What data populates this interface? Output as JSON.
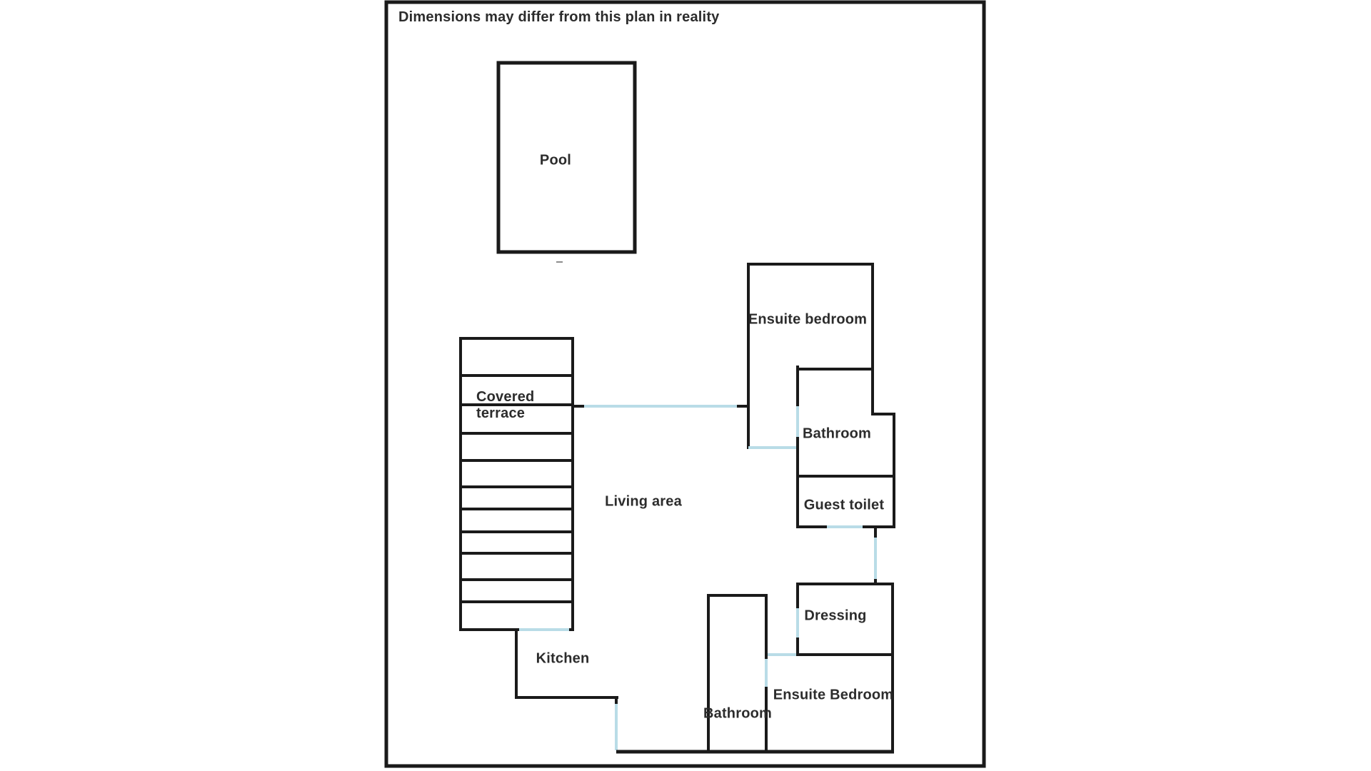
{
  "plan": {
    "disclaimer": "Dimensions may differ from this plan in reality",
    "colors": {
      "wall": "#1a1a1a",
      "opening": "#b9dce7",
      "text": "#2c2c2c",
      "background": "#ffffff",
      "pool_mark": "#8d8d8d"
    },
    "rooms": {
      "pool": "Pool",
      "ensuite_bedroom_upper": "Ensuite bedroom",
      "covered_terrace_line1": "Covered",
      "covered_terrace_line2": "terrace",
      "bathroom_upper": "Bathroom",
      "guest_toilet": "Guest toilet",
      "living_area": "Living area",
      "dressing": "Dressing",
      "kitchen": "Kitchen",
      "bathroom_lower": "Bathroom",
      "ensuite_bedroom_lower": "Ensuite Bedroom"
    }
  }
}
